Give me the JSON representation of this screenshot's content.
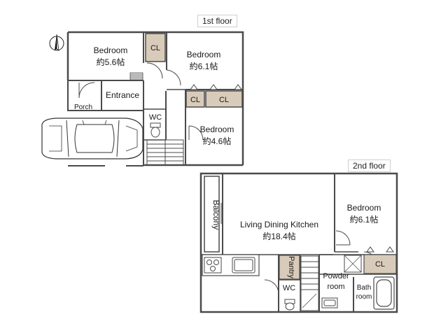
{
  "floor1": {
    "title": "1st floor",
    "rooms": {
      "bedroom_a": "Bedroom",
      "bedroom_a_size": "約5.6帖",
      "bedroom_b": "Bedroom",
      "bedroom_b_size": "約6.1帖",
      "bedroom_c": "Bedroom",
      "bedroom_c_size": "約4.6帖",
      "entrance": "Entrance",
      "porch": "Porch",
      "wc": "WC",
      "cl_top": "CL",
      "cl_mid1": "CL",
      "cl_mid2": "CL"
    }
  },
  "floor2": {
    "title": "2nd floor",
    "rooms": {
      "balcony": "Balcony",
      "ldk": "Living Dining Kitchen",
      "ldk_size": "約18.4帖",
      "bedroom": "Bedroom",
      "bedroom_size": "約6.1帖",
      "cl": "CL",
      "pantry": "Pantry",
      "wc": "WC",
      "powder1": "Powder",
      "powder2": "room",
      "bath1": "Bath",
      "bath2": "room"
    }
  },
  "colors": {
    "wall": "#4a4a4a",
    "closet_fill": "#d9cbb9",
    "fixture": "#8a8a8a"
  },
  "icons": [
    "compass-north-icon",
    "car-icon",
    "door-swing-icon",
    "toilet-icon",
    "bathtub-icon",
    "stove-icon",
    "sink-icon"
  ]
}
